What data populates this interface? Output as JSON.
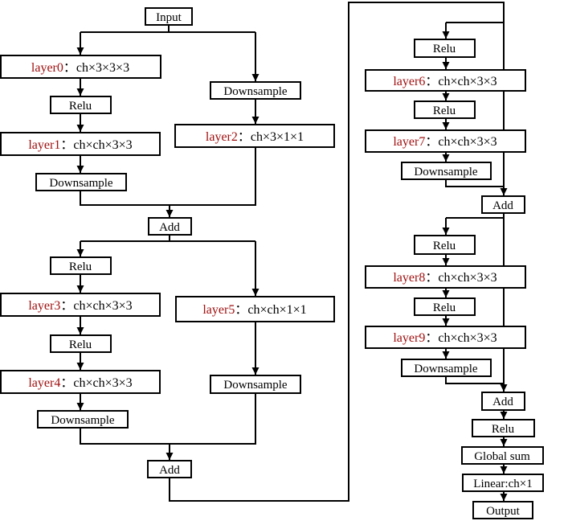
{
  "colors": {
    "layer_name": "#a01010",
    "line": "#000000",
    "box_fill": "#ffffff"
  },
  "separator": "：",
  "nodes": {
    "input": "Input",
    "layer0": {
      "name": "layer0",
      "shape": "ch×3×3×3"
    },
    "relu_a": "Relu",
    "layer1": {
      "name": "layer1",
      "shape": "ch×ch×3×3"
    },
    "down_a": "Downsample",
    "down_b": "Downsample",
    "layer2": {
      "name": "layer2",
      "shape": "ch×3×1×1"
    },
    "add1": "Add",
    "relu_b": "Relu",
    "layer3": {
      "name": "layer3",
      "shape": "ch×ch×3×3"
    },
    "relu_c": "Relu",
    "layer4": {
      "name": "layer4",
      "shape": "ch×ch×3×3"
    },
    "down_c": "Downsample",
    "layer5": {
      "name": "layer5",
      "shape": "ch×ch×1×1"
    },
    "down_d": "Downsample",
    "add2": "Add",
    "relu_d": "Relu",
    "layer6": {
      "name": "layer6",
      "shape": "ch×ch×3×3"
    },
    "relu_e": "Relu",
    "layer7": {
      "name": "layer7",
      "shape": "ch×ch×3×3"
    },
    "down_e": "Downsample",
    "add3": "Add",
    "relu_f": "Relu",
    "layer8": {
      "name": "layer8",
      "shape": "ch×ch×3×3"
    },
    "relu_g": "Relu",
    "layer9": {
      "name": "layer9",
      "shape": "ch×ch×3×3"
    },
    "down_f": "Downsample",
    "add4": "Add",
    "relu_h": "Relu",
    "global_sum": "Global sum",
    "linear": "Linear:ch×1",
    "output": "Output"
  }
}
